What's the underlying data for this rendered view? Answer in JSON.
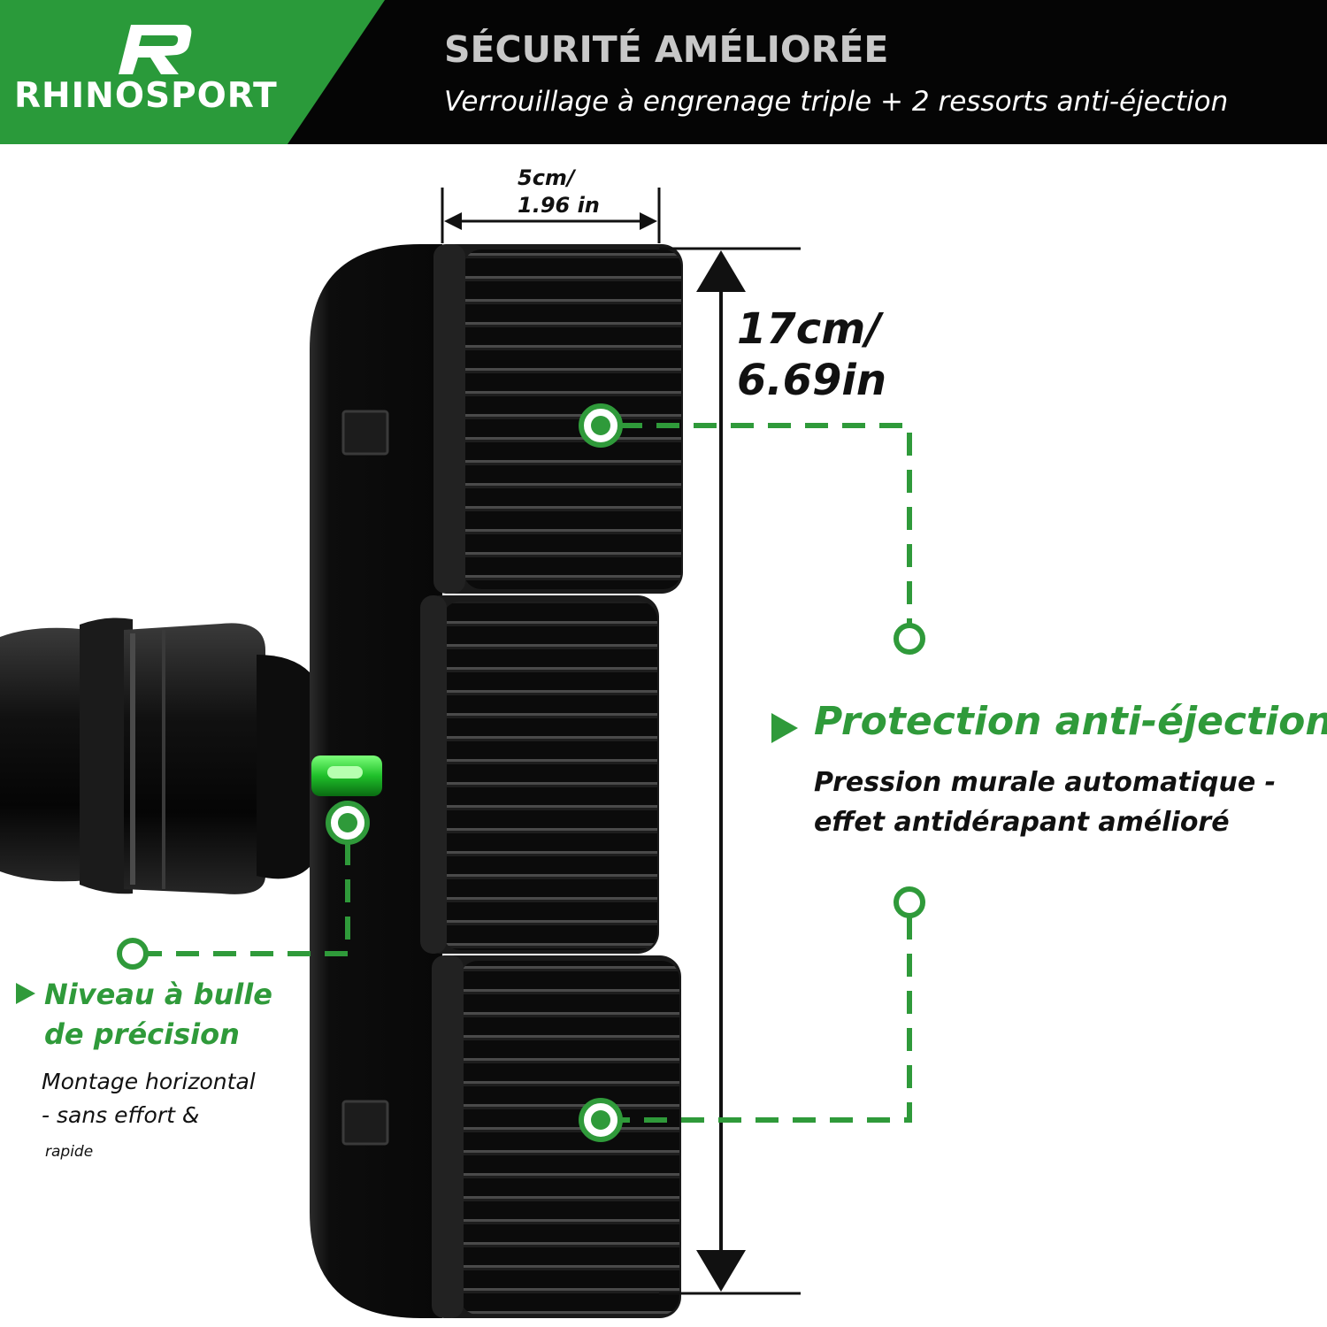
{
  "header": {
    "brand": "RHINOSPORT",
    "title": "SÉCURITÉ AMÉLIORÉE",
    "subtitle": "Verrouillage à engrenage triple + 2 ressorts anti-éjection"
  },
  "dimensions": {
    "width": [
      "5cm/",
      "1.96 in"
    ],
    "height": [
      "17cm/",
      "6.69in"
    ]
  },
  "callouts": {
    "protection": {
      "title": "Protection anti-éjection",
      "desc": [
        "Pression murale automatique -",
        "effet antidérapant amélioré"
      ]
    },
    "level": {
      "title": [
        "Niveau à bulle",
        "de précision"
      ],
      "desc": [
        "Montage horizontal",
        "- sans effort &"
      ],
      "note": "rapide"
    }
  },
  "icons": {
    "logo": "rhinosport-r-logo-icon",
    "bullet": "play-triangle-icon"
  },
  "colors": {
    "accent": "#2f9a3a",
    "header_bg": "#050505",
    "logo_bg": "#2a9a3a"
  }
}
